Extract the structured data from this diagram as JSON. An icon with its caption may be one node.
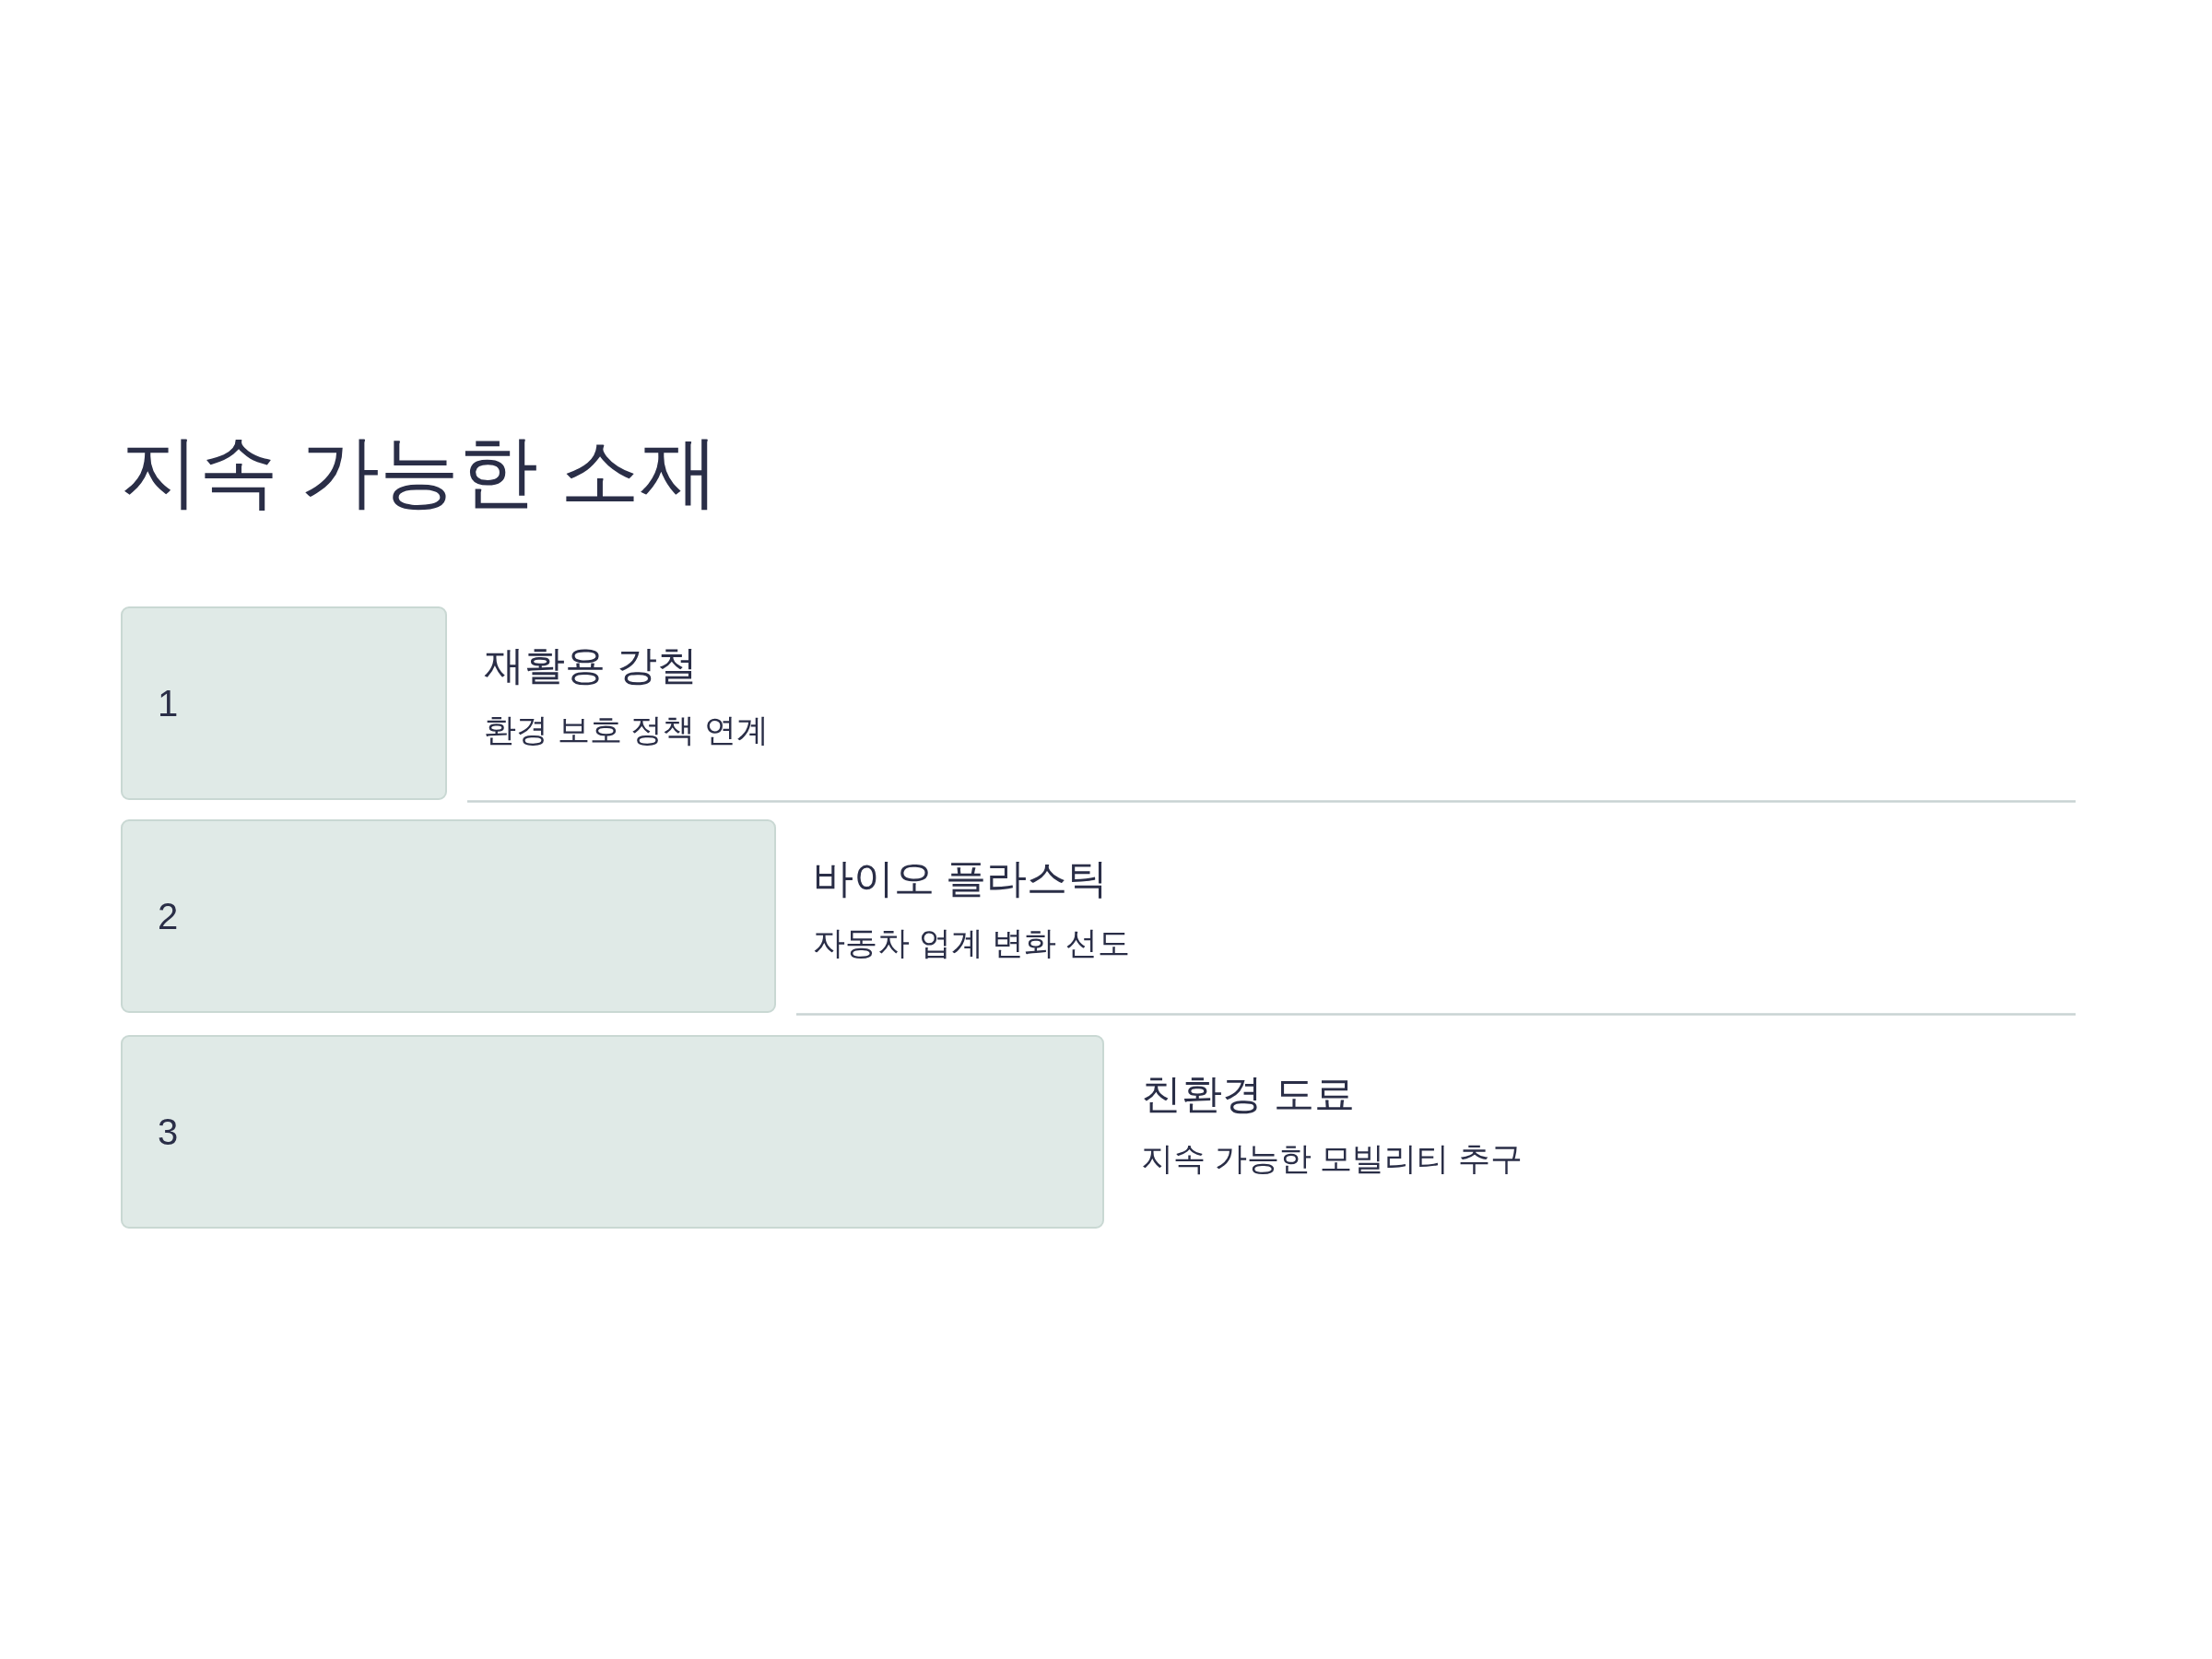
{
  "diagram": {
    "title": "지속 가능한 소재",
    "nodes": [
      {
        "text": [
          "1"
        ],
        "beside": [
          "재활용 강철",
          "환경 보호 정책 연계"
        ]
      },
      {
        "text": [
          "2"
        ],
        "beside": [
          "바이오 플라스틱",
          "자동차 업계 변화 선도"
        ]
      },
      {
        "text": [
          "3"
        ],
        "beside": [
          "친환경 도료",
          "지속 가능한 모빌리티 추구"
        ]
      }
    ]
  }
}
